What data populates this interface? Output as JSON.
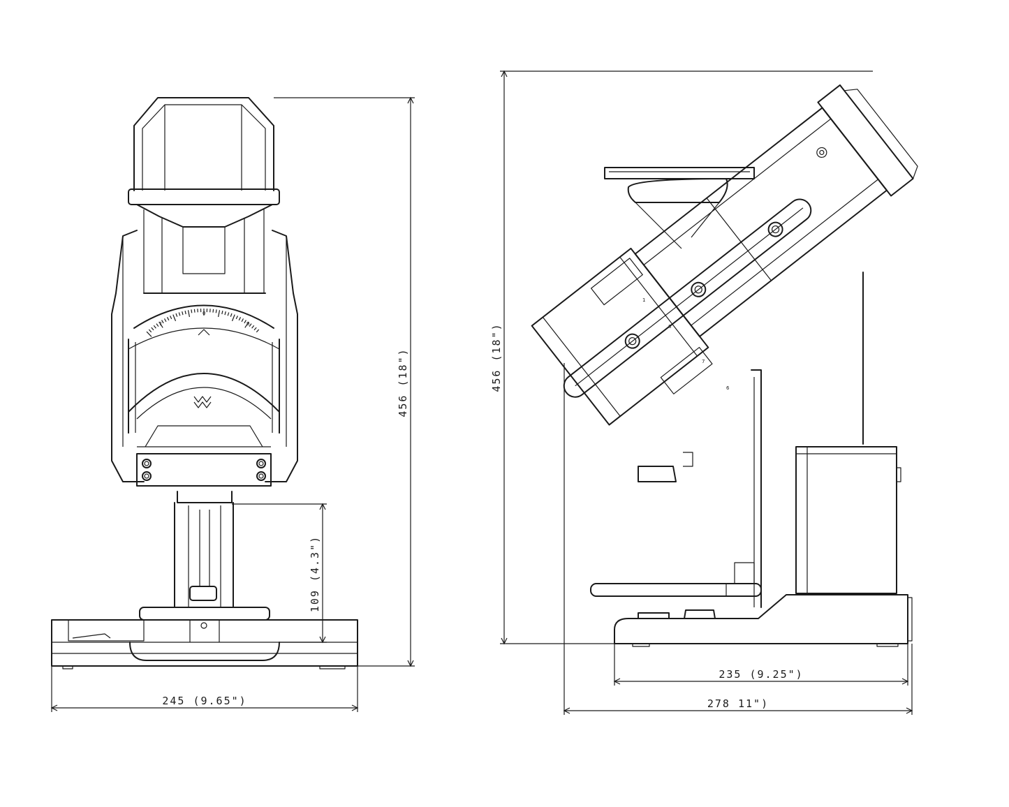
{
  "front_view": {
    "width_dim": "245 (9.65\")",
    "height_dim": "456 (18\")",
    "column_dim": "109 (4.3\")",
    "dial_marks": [
      "1",
      "0",
      "9"
    ]
  },
  "side_view": {
    "height_dim": "456 (18\")",
    "base_dim": "235 (9.25\")",
    "overall_dim": "278 11\")",
    "dial_marks": [
      "1",
      "8",
      "7",
      "6"
    ]
  }
}
